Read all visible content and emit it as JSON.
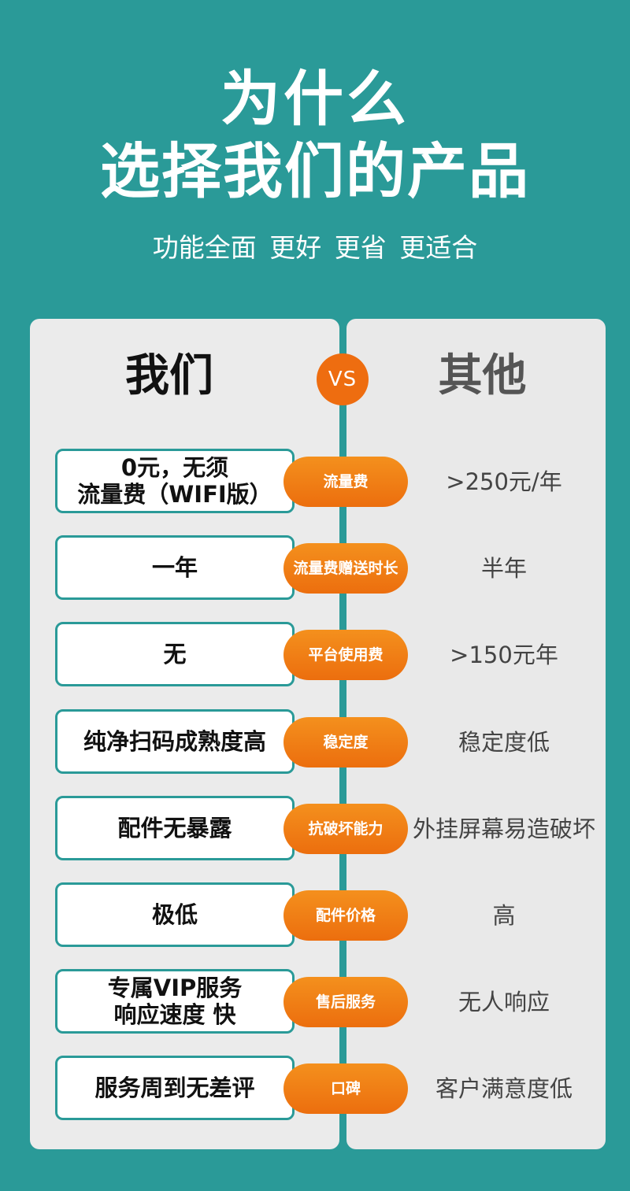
{
  "header": {
    "title_line1": "为什么",
    "title_line2": "选择我们的产品",
    "subtitle": "功能全面 更好 更省 更适合"
  },
  "compare": {
    "us_label": "我们",
    "vs_label": "VS",
    "other_label": "其他",
    "rows": [
      {
        "us": [
          "0元，无须",
          "流量费（WIFI版）"
        ],
        "feature": "流量费",
        "other": ">250元/年"
      },
      {
        "us": [
          "一年"
        ],
        "feature": "流量费赠送时长",
        "other": "半年"
      },
      {
        "us": [
          "无"
        ],
        "feature": "平台使用费",
        "other": ">150元年"
      },
      {
        "us": [
          "纯净扫码成熟度高"
        ],
        "feature": "稳定度",
        "other": "稳定度低"
      },
      {
        "us": [
          "配件无暴露"
        ],
        "feature": "抗破坏能力",
        "other": "外挂屏幕易造破坏"
      },
      {
        "us": [
          "极低"
        ],
        "feature": "配件价格",
        "other": "高"
      },
      {
        "us": [
          "专属VIP服务",
          "响应速度 快"
        ],
        "feature": "售后服务",
        "other": "无人响应"
      },
      {
        "us": [
          "服务周到无差评"
        ],
        "feature": "口碑",
        "other": "客户满意度低"
      }
    ]
  },
  "colors": {
    "background": "#2a9a98",
    "accent": "#ee6d10",
    "panel": "#ebebeb"
  }
}
